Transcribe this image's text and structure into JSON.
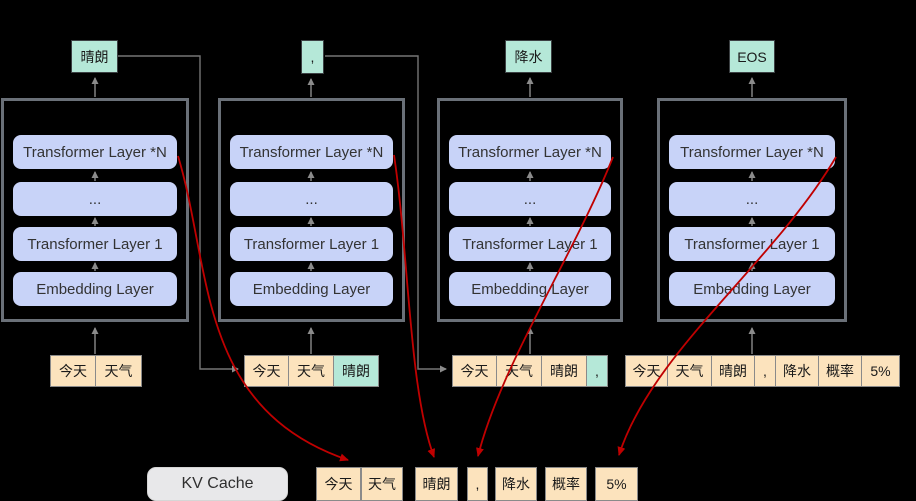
{
  "layer_labels": [
    "Transformer Layer *N",
    "...",
    "Transformer Layer 1",
    "Embedding Layer"
  ],
  "columns": [
    {
      "output_token": "晴朗",
      "input_tokens": [
        {
          "text": "今天",
          "highlight": false
        },
        {
          "text": "天气",
          "highlight": false
        }
      ]
    },
    {
      "output_token": ",",
      "input_tokens": [
        {
          "text": "今天",
          "highlight": false
        },
        {
          "text": "天气",
          "highlight": false
        },
        {
          "text": "晴朗",
          "highlight": true
        }
      ]
    },
    {
      "output_token": "降水",
      "input_tokens": [
        {
          "text": "今天",
          "highlight": false
        },
        {
          "text": "天气",
          "highlight": false
        },
        {
          "text": "晴朗",
          "highlight": false
        },
        {
          "text": ",",
          "highlight": true
        }
      ]
    },
    {
      "output_token": "EOS",
      "input_tokens": [
        {
          "text": "今天",
          "highlight": false
        },
        {
          "text": "天气",
          "highlight": false
        },
        {
          "text": "晴朗",
          "highlight": false
        },
        {
          "text": ",",
          "highlight": false
        },
        {
          "text": "降水",
          "highlight": false
        },
        {
          "text": "概率",
          "highlight": false
        },
        {
          "text": "5%",
          "highlight": false
        }
      ]
    }
  ],
  "kv_cache": {
    "label": "KV Cache",
    "tokens": [
      "今天",
      "天气",
      "晴朗",
      ",",
      "降水",
      "概率",
      "5%"
    ]
  },
  "colors": {
    "background": "#000000",
    "layer_box": "#c8d3f8",
    "token_orange": "#fce3bd",
    "token_teal": "#b5e8d8",
    "kv_cache_gray": "#e8e8ea",
    "outer_border": "#6a7078",
    "gray_arrow": "#8b8b8b",
    "red_arrow": "#c00000"
  }
}
